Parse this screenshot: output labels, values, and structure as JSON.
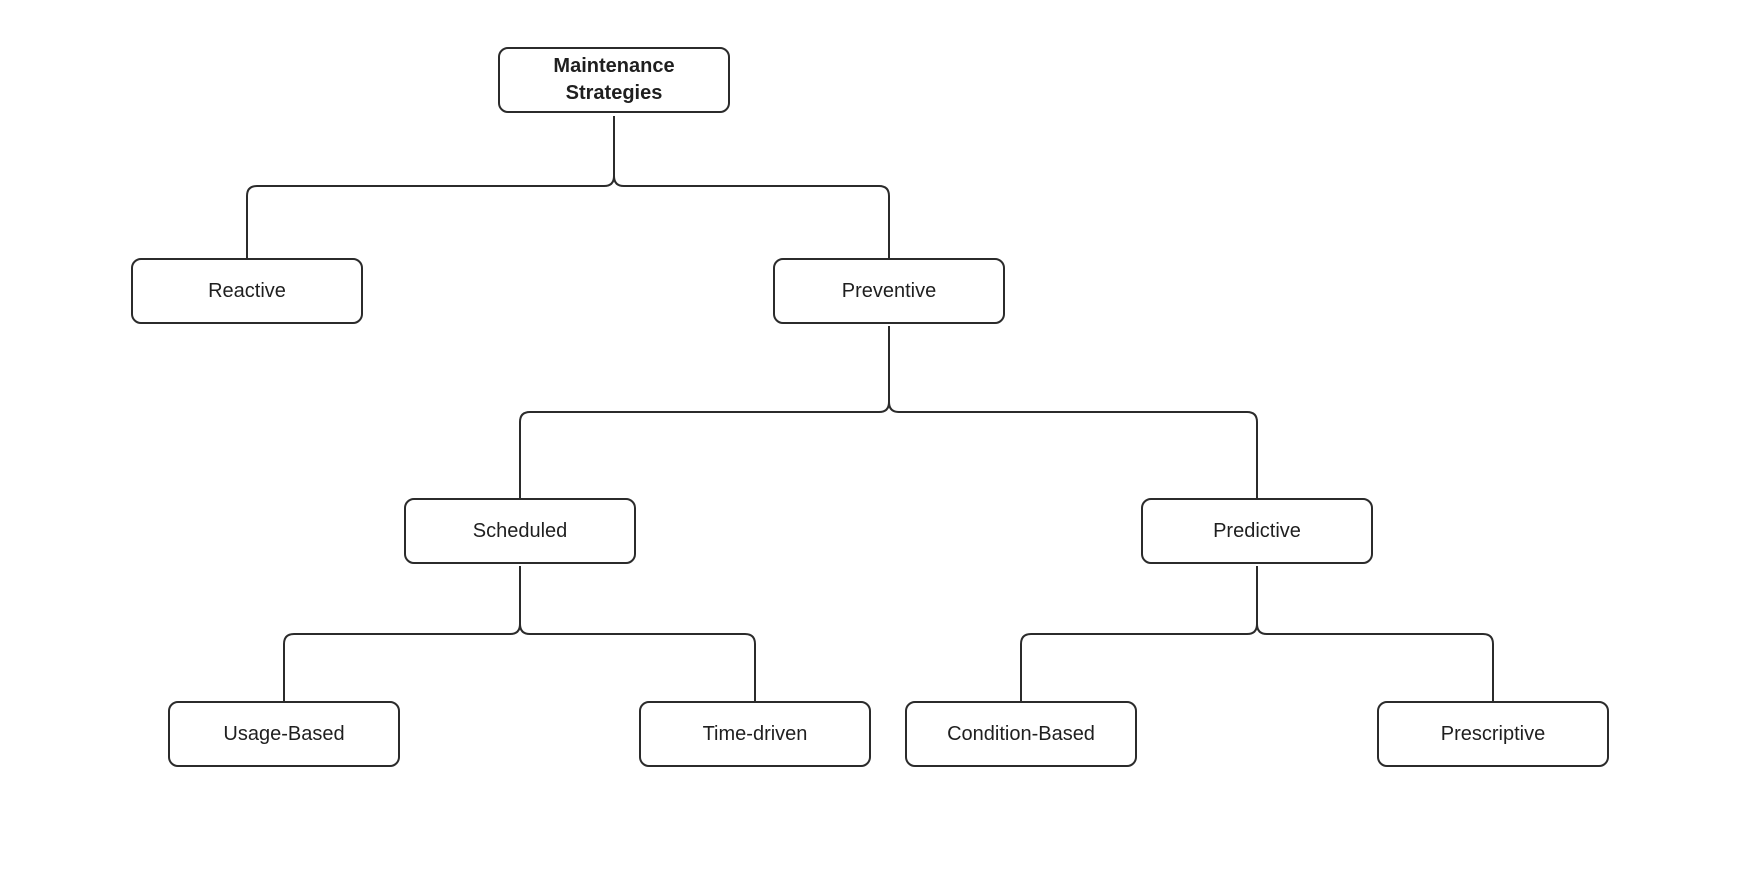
{
  "diagram": {
    "nodes": {
      "root": {
        "label": "Maintenance Strategies"
      },
      "reactive": {
        "label": "Reactive"
      },
      "preventive": {
        "label": "Preventive"
      },
      "scheduled": {
        "label": "Scheduled"
      },
      "predictive": {
        "label": "Predictive"
      },
      "usage_based": {
        "label": "Usage-Based"
      },
      "time_driven": {
        "label": "Time-driven"
      },
      "condition_based": {
        "label": "Condition-Based"
      },
      "prescriptive": {
        "label": "Prescriptive"
      }
    },
    "edges": [
      {
        "from": "root",
        "to": "reactive"
      },
      {
        "from": "root",
        "to": "preventive"
      },
      {
        "from": "preventive",
        "to": "scheduled"
      },
      {
        "from": "preventive",
        "to": "predictive"
      },
      {
        "from": "scheduled",
        "to": "usage_based"
      },
      {
        "from": "scheduled",
        "to": "time_driven"
      },
      {
        "from": "predictive",
        "to": "condition_based"
      },
      {
        "from": "predictive",
        "to": "prescriptive"
      }
    ]
  }
}
